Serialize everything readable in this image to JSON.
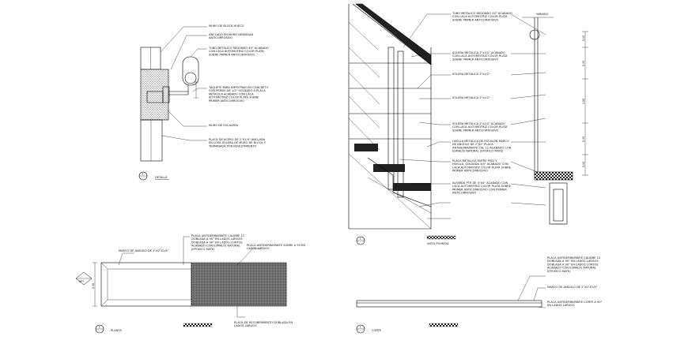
{
  "drawing": {
    "colors": {
      "line": "#000000",
      "background": "#ffffff",
      "hatch": "#555555"
    },
    "detail_1": {
      "notes": [
        "MURO DE BLOCK HUECO",
        "ANCLADO EN MURO DENSIDAD ANTICORROSIVO",
        "TUBO METALICO REDONDO 40° ACABADO CON LACA AUTOMOTRIZ COLOR PLATA SOBRE PRIMER ANTICORROSIVO",
        "TAQUETE PARA EMPOTRAR EN CONCRETO CON PERNO DE 1/2\" SOLDADO A PLACA METALICA ACABADO CON LACA AUTOMOTRIZ COLOR PLATA SOBRE PRIMER ANTICORROSIVO",
        "MURO DE ESCALERA",
        "PLACA DE ACERO DE 2\"X1/4\" ANCLADA EN LOSA SOLERA DE MURO DE BLOCK Y TERMINADA POR REVESTIMIENTO"
      ],
      "symbol_number": "1",
      "label": "DETALLE"
    },
    "detail_2": {
      "notes": [
        "TUBO METALICO REDONDO 40° ACABADO CON LACA AUTOMOTRIZ COLOR PLATA SOBRE PRIMER ANTICORROSIVO",
        "SOLERA METALICA 2\"x1/2\" ACABADO CON LACA AUTOMOTRIZ COLOR PLATA SOBRE PRIMER ANTICORROSIVO",
        "SOLERA METALICA 2\"x1/2\"",
        "SOLERA METALICA 2\"x1/2\"",
        "SOLERA METALICA 2\"x1/2\" ACABADO CON LACA AUTOMOTRIZ COLOR PLATA SOBRE PRIMER ANTICORROSIVO",
        "HUELLA METALICA DE ESCALON MARCO DE ANGULO DE 2\"X2\" PLACA ANTIDERRAPANTE CAL 12 ACABADO CON ESMALTE NATURAL (EPOXICO MATE)",
        "PLACA METALICA ENTRE PISO Y HUELLA, SOLDADA 3/4\" ACABADO CON LACA AUTOMOTRIZ COLOR PLATA SOBRE PRIMER ANTICORROSIVO",
        "ALFARDA PTR DE 4\"X4\" ACABADO CON LACA AUTOMOTRIZ COLOR PLATA SOBRE PRIMER ANTICORROSIVO CON PRIMER ANTICORROSIVO"
      ],
      "top_dim": "VARIABLE",
      "side_dims": [
        "0.15",
        "0.35",
        "1.00",
        "0.35",
        "0.15"
      ],
      "symbol_number": "1",
      "label": "VISTA FRONTAL"
    },
    "detail_3": {
      "notes": [
        "MARCO DE ANGULO DE 2\"X2\"X1/4\"",
        "PLACA ANTIDERRAPANTE CALIBRE 12 DOBLADA A 90° EN LADOS LARGOS DOBLADA A 90° EN LADOS CORTOS ACABADO CON ESMALTE NATURAL (EPOXICO MATE)",
        "PLACA ANTIDERRAPANTE SOBRE A 90 EN LADOS LARGOS",
        "PLACA DE RECUBRIMIENTO DOBLADA EN LADOS LARGOS"
      ],
      "width_dim": "0.30",
      "level_mark": "NPT",
      "symbol_number": "1",
      "label": "PLANTA"
    },
    "detail_4": {
      "notes": [
        "PLACA ANTIDERRAPANTE CALIBRE 12 DOBLADA A 90° EN LADOS LARGOS DOBLADA A 90° EN LADOS CORTOS ACABADO CON ESMALTE NATURAL (EPOXICO MATE)",
        "MARCO DE ANGULO DE 2\"X2\"X1/4\"",
        "PLACA ANTIDERRAPANTE CORTE A 90° EN LADOS LARGOS"
      ],
      "symbol_number": "1",
      "label": "CORTE"
    }
  }
}
